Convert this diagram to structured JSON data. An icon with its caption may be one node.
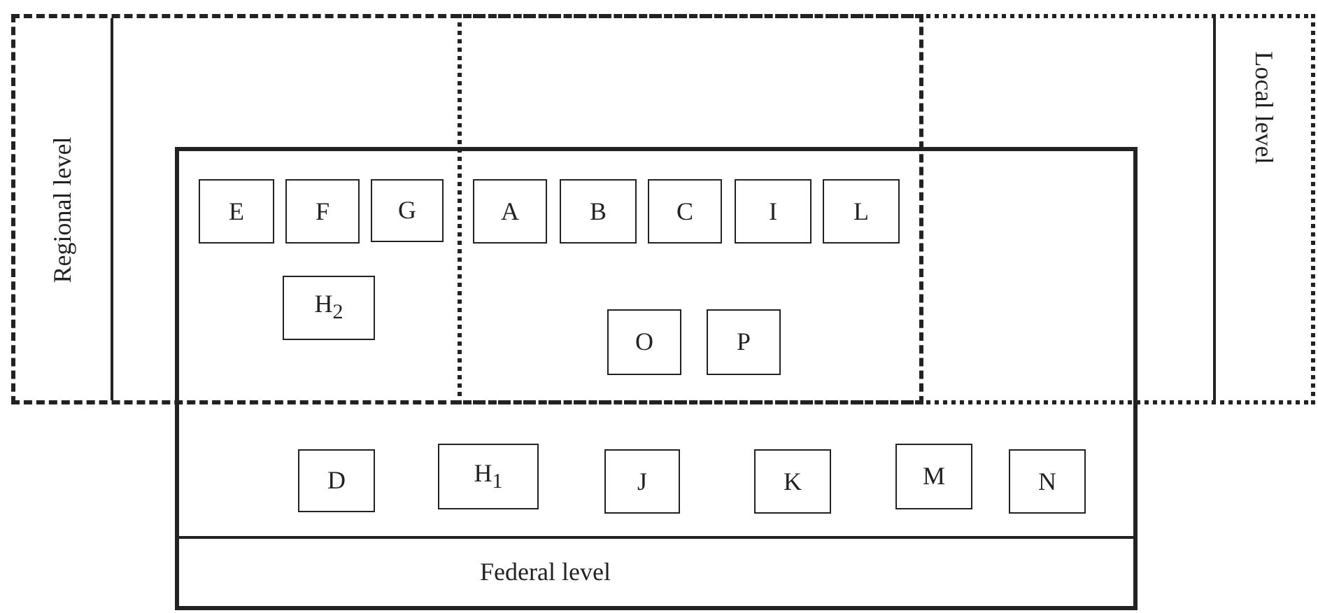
{
  "diagram": {
    "nodes": [
      {
        "text": [
          "Regional level"
        ]
      },
      {
        "text": [
          "Local level"
        ]
      },
      {
        "text": [
          "Federal level"
        ]
      },
      {
        "text": [
          "E"
        ]
      },
      {
        "text": [
          "F"
        ]
      },
      {
        "text": [
          "G"
        ]
      },
      {
        "text": [
          "A"
        ]
      },
      {
        "text": [
          "B"
        ]
      },
      {
        "text": [
          "C"
        ]
      },
      {
        "text": [
          "I"
        ]
      },
      {
        "text": [
          "L"
        ]
      },
      {
        "text": [
          "H$_{2}$"
        ]
      },
      {
        "text": [
          "O"
        ]
      },
      {
        "text": [
          "P"
        ]
      },
      {
        "text": [
          "D"
        ],
        "in": 2
      },
      {
        "text": [
          "H$_{1}$"
        ],
        "in": 2
      },
      {
        "text": [
          "J"
        ],
        "in": 2
      },
      {
        "text": [
          "K"
        ],
        "in": 2
      },
      {
        "text": [
          "M"
        ],
        "in": 2
      },
      {
        "text": [
          "N"
        ],
        "in": 2
      }
    ],
    "edges": []
  }
}
